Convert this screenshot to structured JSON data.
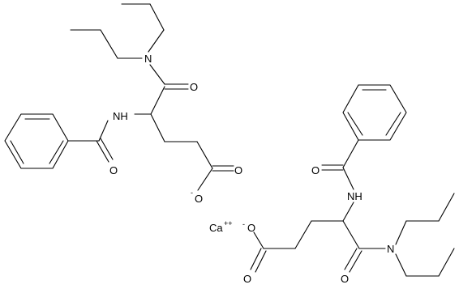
{
  "labels": {
    "n": "N",
    "nh": "NH",
    "o": "O",
    "ca": "Ca",
    "charge_plus": "++",
    "charge_minus": "-"
  }
}
